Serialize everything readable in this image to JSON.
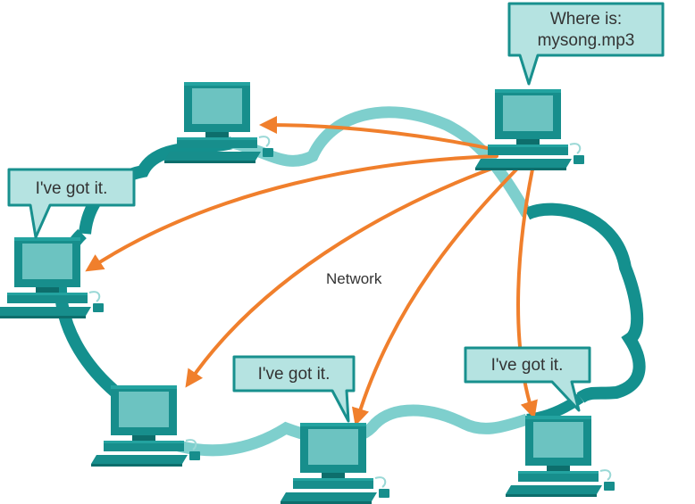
{
  "diagram": {
    "network_label": "Network",
    "query_bubble": {
      "line1": "Where is:",
      "line2": "mysong.mp3"
    },
    "reply_bubbles": [
      {
        "text": "I've got it."
      },
      {
        "text": "I've got it."
      },
      {
        "text": "I've got it."
      }
    ]
  },
  "colors": {
    "cloud_dark": "#14908e",
    "cloud_light": "#7ecfcd",
    "computer_body": "#178e8c",
    "computer_screen": "#6cc3c1",
    "computer_shadow": "#0d6e6c",
    "arrow": "#f07f2c",
    "bubble_fill": "#b5e3e1",
    "bubble_border": "#18908e",
    "text": "#333333"
  },
  "icons": [
    "desktop-computer-icon",
    "mouse-icon",
    "speech-bubble-icon",
    "cloud-icon",
    "arrow-icon"
  ]
}
